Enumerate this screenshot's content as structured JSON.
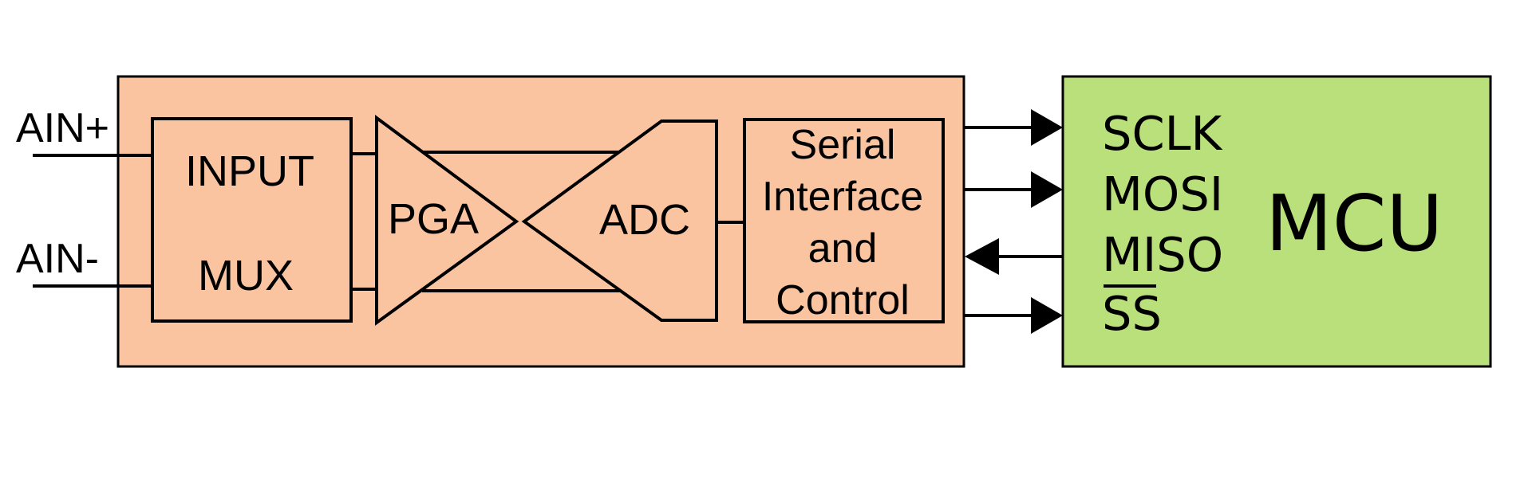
{
  "diagram": {
    "type": "block-diagram",
    "colors": {
      "adc_chip": "#FBC4A1",
      "mcu": "#B9E07A",
      "stroke": "#000000"
    },
    "inputs": [
      {
        "label": "AIN+"
      },
      {
        "label": "AIN-"
      }
    ],
    "blocks": {
      "mux": {
        "line1": "INPUT",
        "line2": "MUX"
      },
      "pga": {
        "label": "PGA"
      },
      "adc": {
        "label": "ADC"
      },
      "serial": {
        "lines": [
          "Serial",
          "Interface",
          "and",
          "Control"
        ]
      },
      "mcu": {
        "label": "MCU"
      }
    },
    "signals": [
      {
        "label": "SCLK",
        "direction": "to-mcu"
      },
      {
        "label": "MOSI",
        "direction": "to-mcu"
      },
      {
        "label": "MISO",
        "direction": "to-adc"
      },
      {
        "label": "SS",
        "direction": "to-mcu",
        "active_low": true
      }
    ]
  }
}
